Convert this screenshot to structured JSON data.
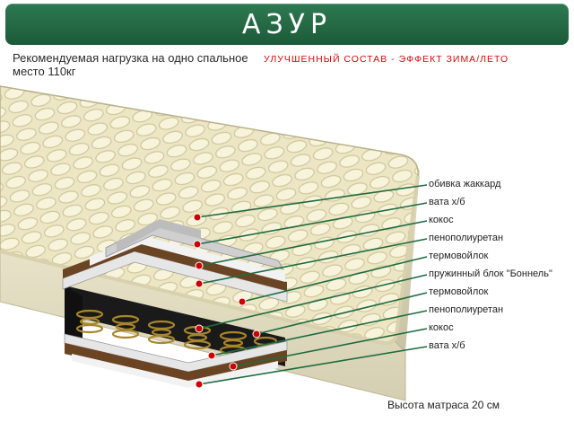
{
  "title": "АЗУР",
  "load_text": "Рекомендуемая нагрузка на одно спальное место 110кг",
  "feature_text": "УЛУЧШЕННЫЙ СОСТАВ - ЭФФЕКТ ЗИМА/ЛЕТО",
  "height_text": "Высота матраса 20 см",
  "layers": [
    "обивка жаккард",
    "вата х/б",
    "кокос",
    "пенополиуретан",
    "термовойлок",
    "пружинный блок \"Боннель\"",
    "термовойлок",
    "пенополиуретан",
    "кокос",
    "вата х/б"
  ],
  "colors": {
    "title_bar": "#246a45",
    "feature_text": "#d10a0a",
    "leader_line": "#1e6b3f",
    "marker_dot": "#cc0000"
  }
}
